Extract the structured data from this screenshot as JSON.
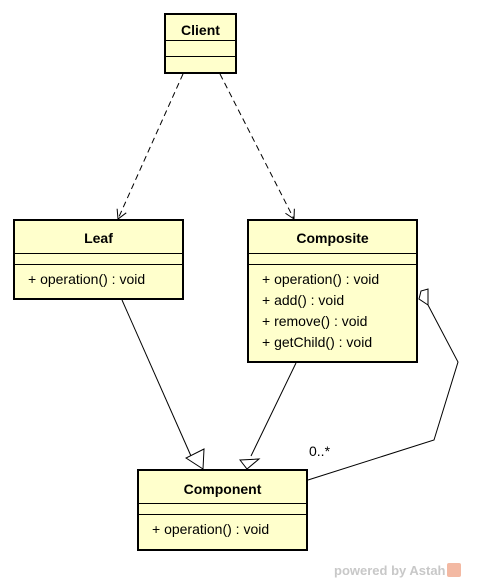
{
  "classes": {
    "client": {
      "name": "Client",
      "operations": []
    },
    "leaf": {
      "name": "Leaf",
      "operations": [
        "+ operation() : void"
      ]
    },
    "composite": {
      "name": "Composite",
      "operations": [
        "+ operation() : void",
        "+ add() : void",
        "+ remove() : void",
        "+ getChild() : void"
      ]
    },
    "component": {
      "name": "Component",
      "operations": [
        "+ operation() : void"
      ]
    }
  },
  "relations": {
    "aggregation_multiplicity": "0..*"
  },
  "watermark": "powered by Astah",
  "colors": {
    "class_fill": "#ffffcc",
    "line": "#000000",
    "watermark": "#c8c8c8"
  }
}
